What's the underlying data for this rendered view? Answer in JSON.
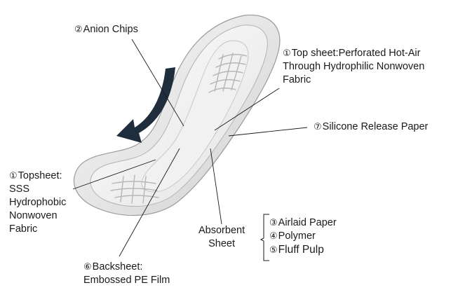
{
  "labels": {
    "anion_chips": {
      "num": "②",
      "text": "Anion Chips"
    },
    "topsheet_right": {
      "num": "①",
      "lines": [
        "Top sheet:Perforated Hot-Air",
        "Through Hydrophilic Nonwoven",
        "Fabric"
      ]
    },
    "silicone": {
      "num": "⑦",
      "text": "Silicone Release Paper"
    },
    "topsheet_left": {
      "num": "①",
      "lines": [
        "Topsheet:",
        "SSS",
        "Hydrophobic",
        "Nonwoven",
        "Fabric"
      ]
    },
    "absorbent": {
      "lines": [
        "Absorbent",
        "Sheet"
      ]
    },
    "components": [
      {
        "num": "③",
        "text": "Airlaid Paper"
      },
      {
        "num": "④",
        "text": "Polymer"
      },
      {
        "num": "⑤",
        "text": "Fluff Pulp"
      }
    ],
    "backsheet": {
      "num": "⑥",
      "lines": [
        "Backsheet:",
        "Embossed PE Film"
      ]
    }
  },
  "colors": {
    "arrow": "#1f2d3d",
    "pad_outline": "#9a9a9a",
    "leader_line": "#1a1a1a"
  },
  "icons": {
    "direction_arrow": "curved-arrow-icon"
  }
}
